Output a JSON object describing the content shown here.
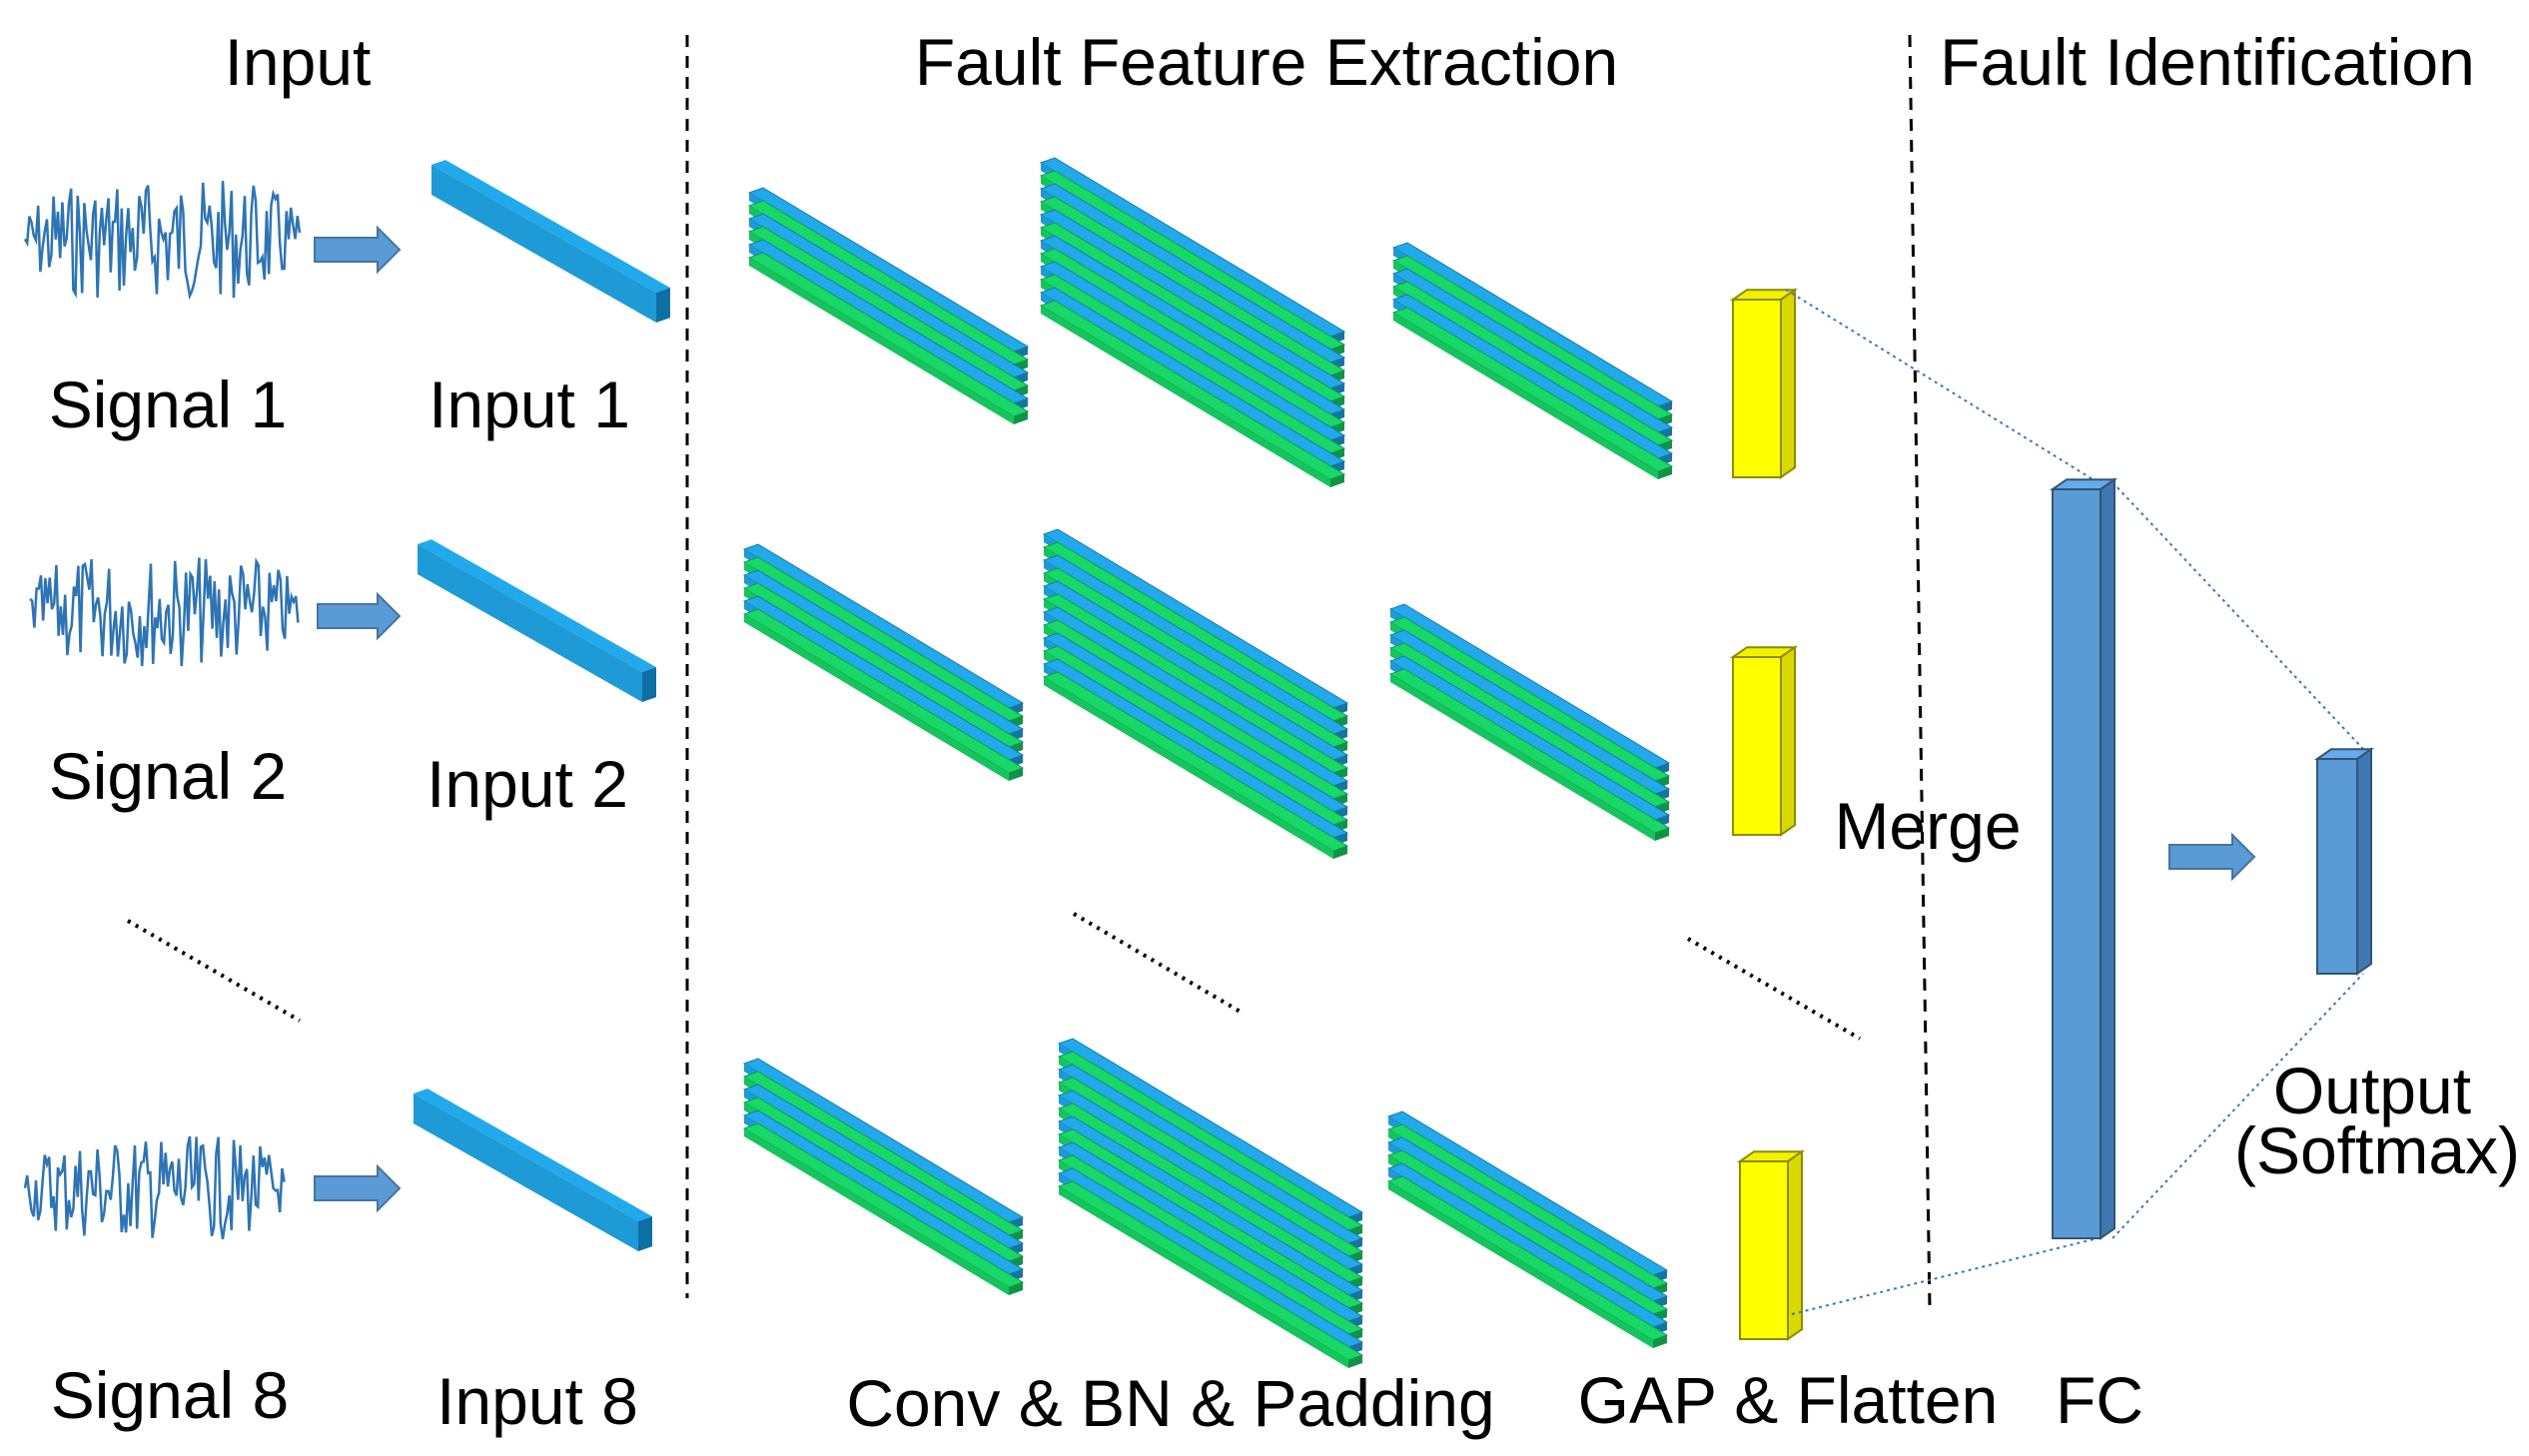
{
  "sections": {
    "input": "Input",
    "extraction": "Fault Feature Extraction",
    "identification": "Fault Identification"
  },
  "signals": [
    "Signal 1",
    "Signal 2",
    "Signal 8"
  ],
  "inputs": [
    "Input 1",
    "Input 2",
    "Input 8"
  ],
  "bottom_labels": {
    "conv": "Conv & BN & Padding",
    "gap": "GAP & Flatten",
    "fc": "FC"
  },
  "merge": "Merge",
  "output": {
    "line1": "Output",
    "line2": "(Softmax)"
  },
  "colors": {
    "blue_layer": "#1e9ad6",
    "blue_layer_side": "#0e6fa3",
    "green_layer": "#16c45e",
    "yellow_block": "#ffff00",
    "fc_block": "#5b9bd5",
    "fc_block_side": "#3f78b2",
    "signal_line": "#2e74b5",
    "arrow": "#5b9bd5",
    "dotted_link": "#3f78b2"
  }
}
